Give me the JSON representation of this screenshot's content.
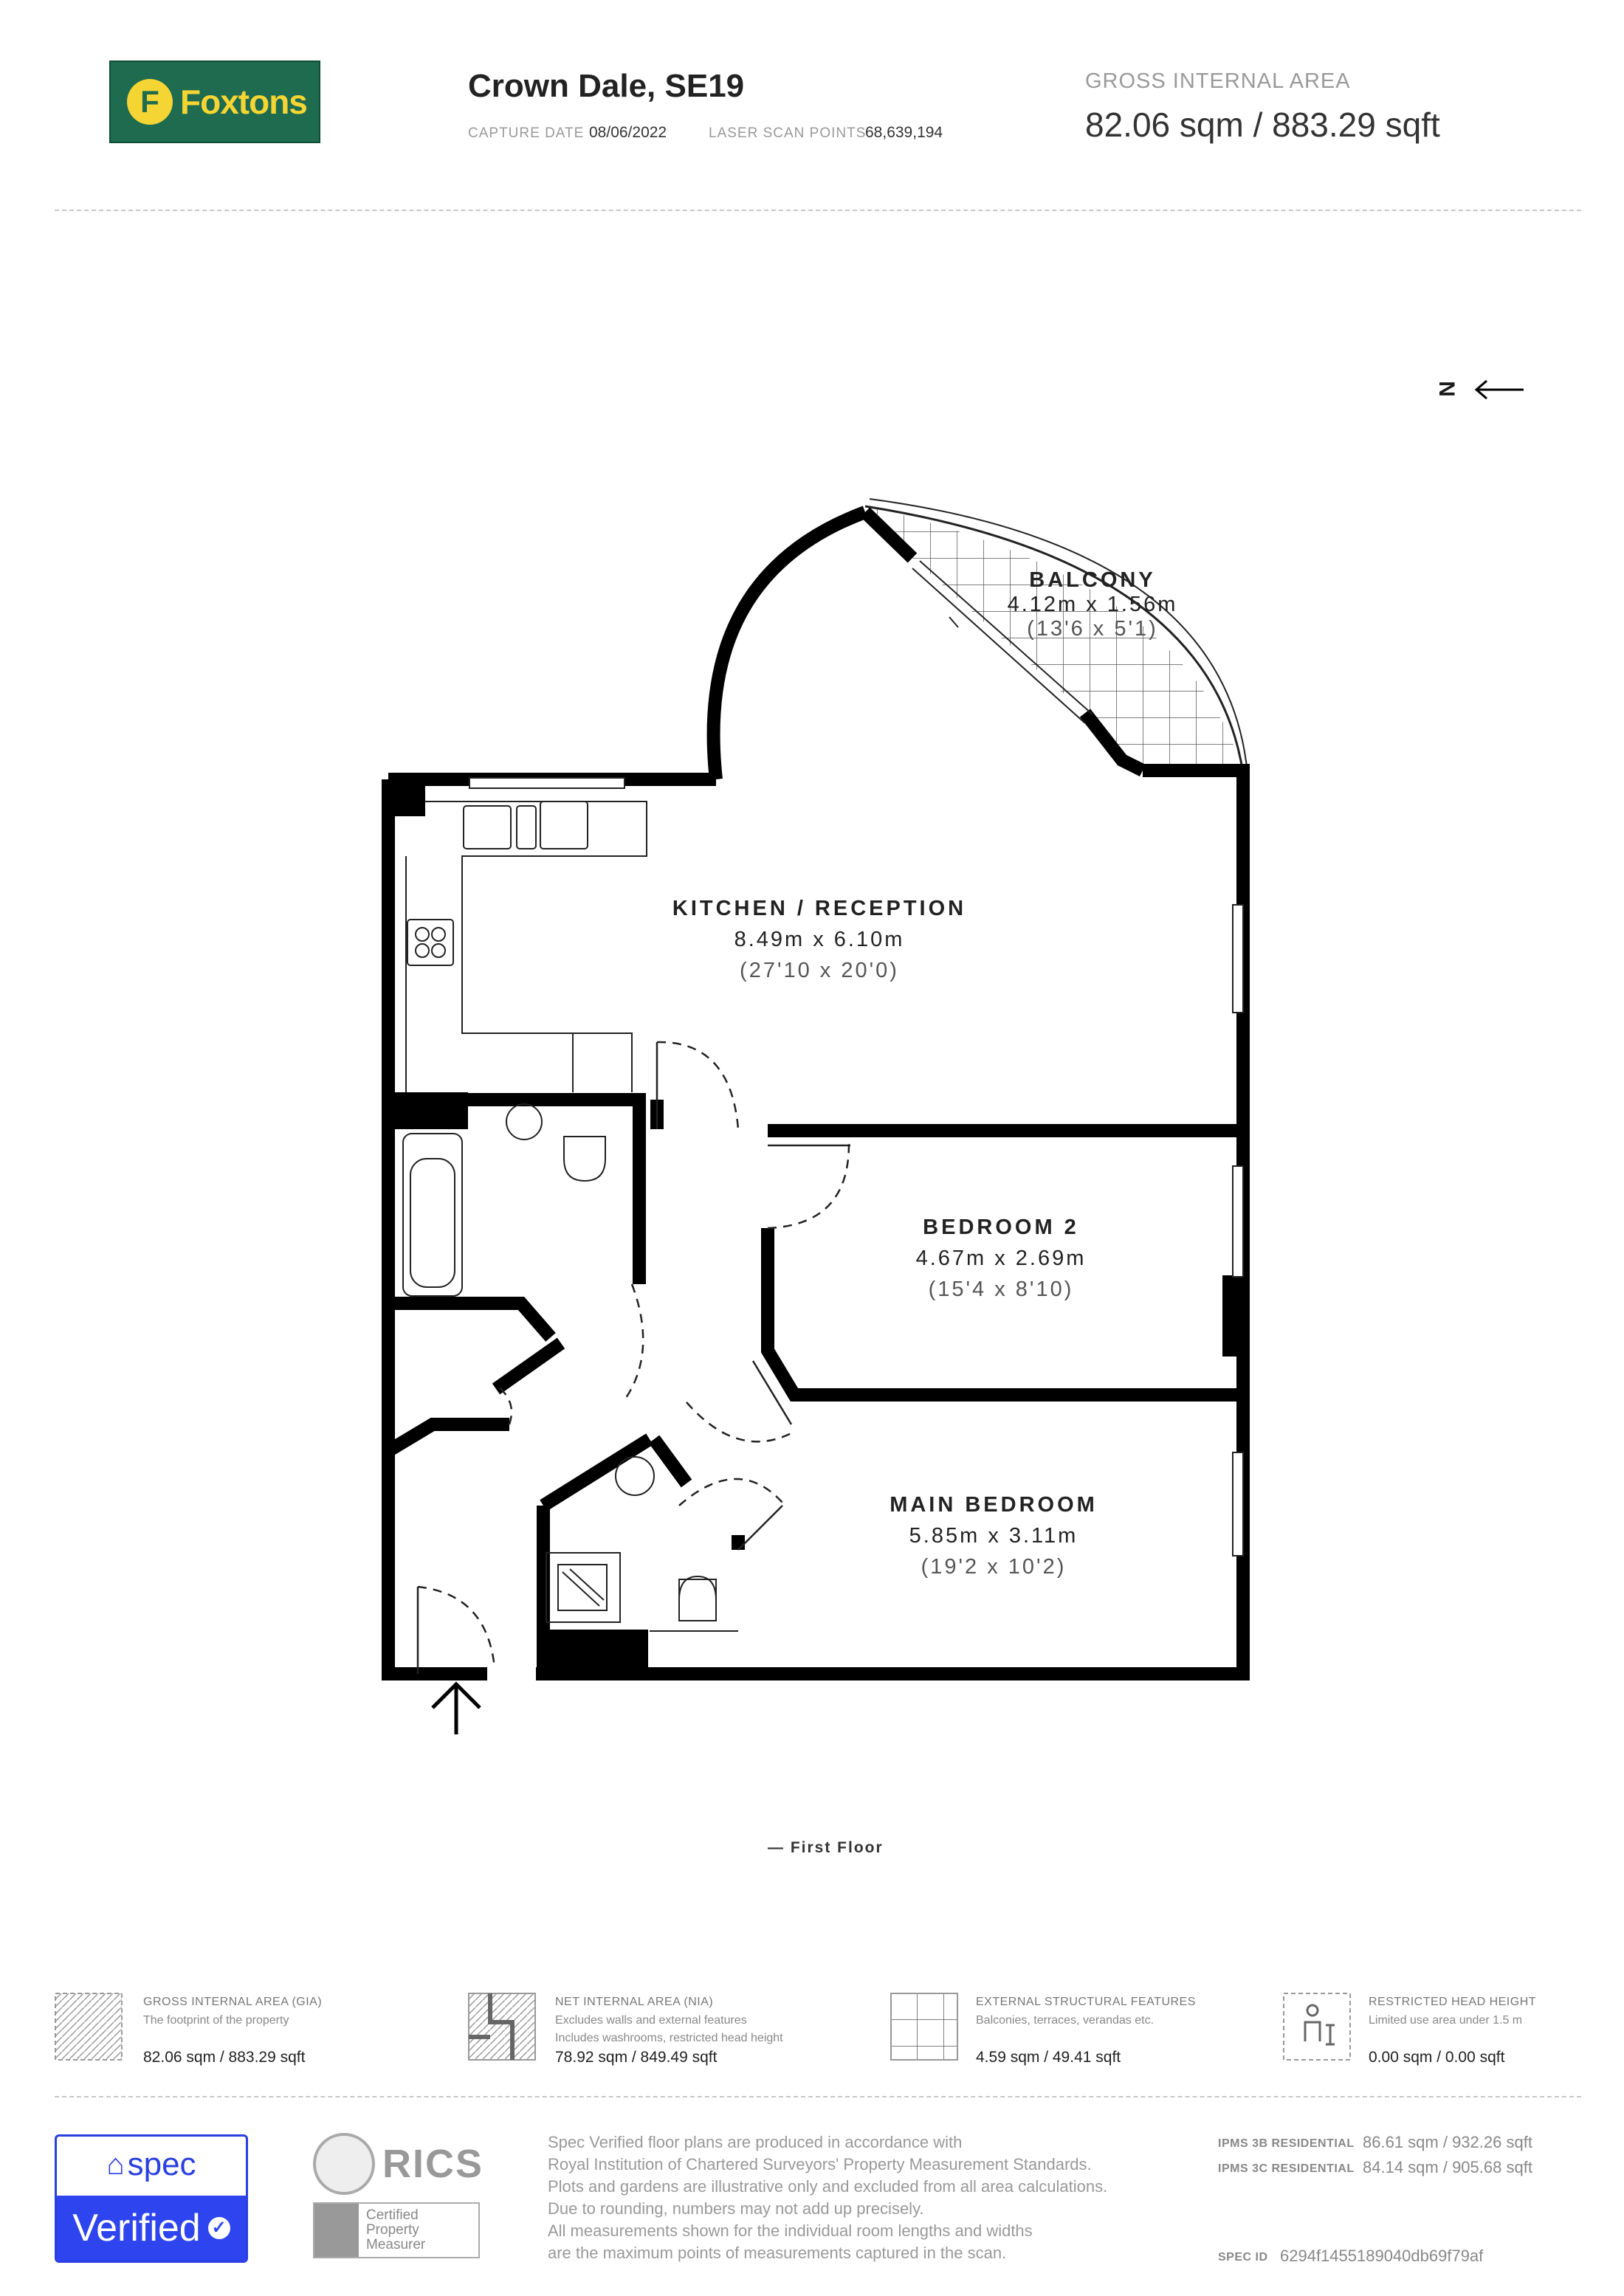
{
  "header": {
    "brand": "Foxtons",
    "brand_initial": "F",
    "address": "Crown Dale, SE19",
    "capture_date_label": "CAPTURE DATE",
    "capture_date": "08/06/2022",
    "scan_points_label": "LASER SCAN POINTS",
    "scan_points": "68,639,194",
    "gia_label": "GROSS INTERNAL AREA",
    "gia_value": "82.06 sqm / 883.29 sqft"
  },
  "compass": {
    "letter": "N"
  },
  "rooms": {
    "balcony": {
      "name": "BALCONY",
      "metric": "4.12m x 1.56m",
      "imperial": "(13'6 x 5'1)"
    },
    "kitchen": {
      "name": "KITCHEN / RECEPTION",
      "metric": "8.49m x 6.10m",
      "imperial": "(27'10 x 20'0)"
    },
    "bedroom2": {
      "name": "BEDROOM 2",
      "metric": "4.67m x 2.69m",
      "imperial": "(15'4 x 8'10)"
    },
    "main_bedroom": {
      "name": "MAIN BEDROOM",
      "metric": "5.85m x 3.11m",
      "imperial": "(19'2 x 10'2)"
    }
  },
  "floor_label": "— First Floor",
  "legend": [
    {
      "title": "GROSS INTERNAL AREA (GIA)",
      "desc1": "The footprint of the property",
      "desc2": "",
      "value": "82.06 sqm / 883.29 sqft"
    },
    {
      "title": "NET INTERNAL AREA (NIA)",
      "desc1": "Excludes walls and external features",
      "desc2": "Includes washrooms, restricted head height",
      "value": "78.92 sqm / 849.49 sqft"
    },
    {
      "title": "EXTERNAL STRUCTURAL FEATURES",
      "desc1": "Balconies, terraces, verandas etc.",
      "desc2": "",
      "value": "4.59 sqm / 49.41 sqft"
    },
    {
      "title": "RESTRICTED HEAD HEIGHT",
      "desc1": "Limited use area under 1.5 m",
      "desc2": "",
      "value": "0.00 sqm / 0.00 sqft"
    }
  ],
  "footer": {
    "spec_word": "spec",
    "verified": "Verified",
    "rics": "RICS",
    "certified_lines": [
      "Certified",
      "Property",
      "Measurer"
    ],
    "disclaimer": [
      "Spec Verified floor plans are produced in accordance with",
      "Royal Institution of Chartered Surveyors' Property Measurement Standards.",
      "Plots and gardens are illustrative only and excluded from all area calculations.",
      "Due to rounding, numbers may not add up precisely.",
      "All measurements shown for the individual room lengths and widths",
      "are the maximum points of measurements captured in the scan."
    ],
    "ipms3b_label": "IPMS 3B RESIDENTIAL",
    "ipms3b_value": "86.61 sqm / 932.26 sqft",
    "ipms3c_label": "IPMS 3C RESIDENTIAL",
    "ipms3c_value": "84.14 sqm / 905.68 sqft",
    "spec_id_label": "SPEC ID",
    "spec_id": "6294f1455189040db69f79af"
  }
}
